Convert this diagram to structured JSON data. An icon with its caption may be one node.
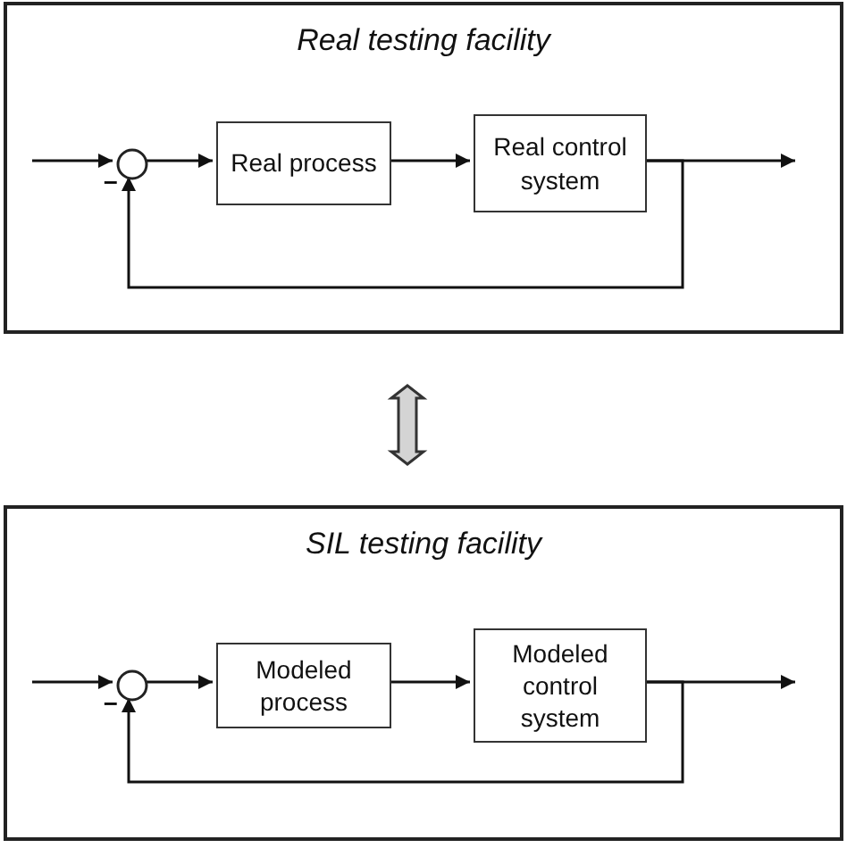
{
  "diagram": {
    "nodes": [
      {
        "text": [
          "Real testing facility"
        ]
      },
      {
        "text": [],
        "shape": "circle",
        "in": 0
      },
      {
        "text": [
          "Real process"
        ],
        "in": 0
      },
      {
        "text": [
          "Real control system"
        ],
        "in": 0
      },
      {
        "text": [
          "SIL testing facility"
        ]
      },
      {
        "text": [],
        "shape": "circle",
        "in": 4
      },
      {
        "text": [
          "Modeled process"
        ],
        "in": 4
      },
      {
        "text": [
          "Modeled control system"
        ],
        "in": 4
      }
    ],
    "edges": [
      {
        "from": null,
        "to": 1,
        "arrow": "to"
      },
      {
        "from": 1,
        "to": 2,
        "arrow": "to"
      },
      {
        "from": 2,
        "to": 3,
        "arrow": "to"
      },
      {
        "from": 3,
        "to": null,
        "arrow": "to"
      },
      {
        "from": 3,
        "to": 1,
        "arrow": "to"
      },
      {
        "from": null,
        "to": 5,
        "arrow": "to"
      },
      {
        "from": 5,
        "to": 6,
        "arrow": "to"
      },
      {
        "from": 6,
        "to": 7,
        "arrow": "to"
      },
      {
        "from": 7,
        "to": null,
        "arrow": "to"
      },
      {
        "from": 7,
        "to": 5,
        "arrow": "to"
      },
      {
        "from": 0,
        "to": 4,
        "arrow": "both",
        "style": "thick"
      }
    ],
    "labels": [
      "–",
      "–"
    ]
  }
}
